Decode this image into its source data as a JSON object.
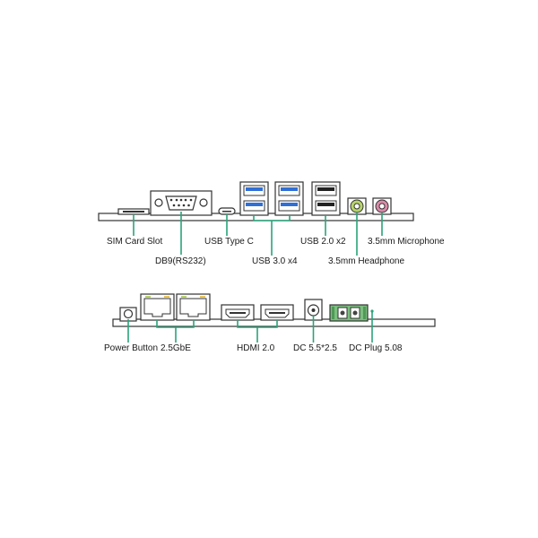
{
  "top_panel": {
    "labels": {
      "sim_card_slot": "SIM Card Slot",
      "db9": "DB9(RS232)",
      "usb_type_c": "USB Type C",
      "usb30": "USB 3.0 x4",
      "usb20": "USB 2.0 x2",
      "mic": "3.5mm Microphone",
      "headphone": "3.5mm Headphone"
    }
  },
  "bottom_panel": {
    "labels": {
      "power_button": "Power Button",
      "lan": "2.5GbE",
      "hdmi": "HDMI 2.0",
      "dc_jack": "DC 5.5*2.5",
      "dc_plug": "DC Plug 5.08"
    }
  },
  "colors": {
    "leader": "#2aa37a",
    "usb3_blue": "#2f6fd6",
    "audio_mic_pink": "#d98aa8",
    "audio_headphone_green": "#b8d36b",
    "terminal_green": "#7bbf7f",
    "outline": "#333333"
  }
}
